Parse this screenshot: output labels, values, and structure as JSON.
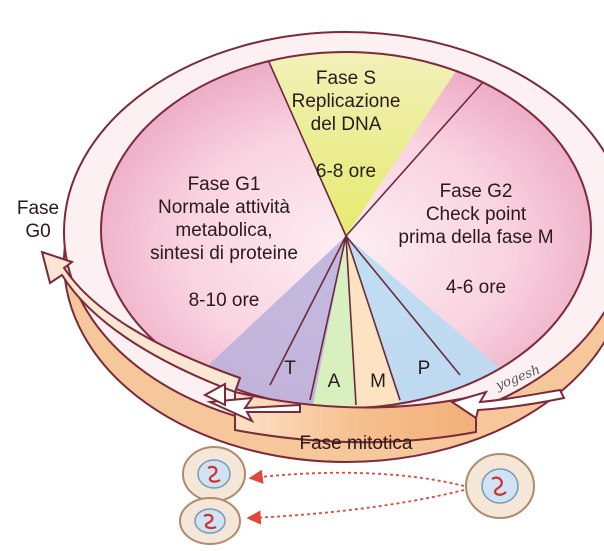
{
  "phase_s": {
    "title": "Fase S",
    "line2": "Replicazione",
    "line3": "del DNA",
    "duration": "6-8 ore"
  },
  "phase_g1": {
    "title": "Fase G1",
    "line2": "Normale attività",
    "line3": "metabolica,",
    "line4": "sintesi di proteine",
    "duration": "8-10 ore"
  },
  "phase_g2": {
    "title": "Fase G2",
    "line2": "Check point",
    "line3": "prima della fase M",
    "duration": "4-6 ore"
  },
  "phase_g0": {
    "line1": "Fase",
    "line2": "G0"
  },
  "mitosis": {
    "label": "Fase mitotica",
    "t": "T",
    "a": "A",
    "m": "M",
    "p": "P"
  },
  "signature": "yogesh",
  "colors": {
    "ring": "#fbeef0",
    "ring_stroke": "#7a2a3a",
    "g1_fill": "#f3b9cd",
    "s_fill": "#eef0a8",
    "t_fill": "#b9b0dc",
    "a_fill": "#d8f0c0",
    "m_fill": "#fde3c2",
    "p_fill": "#b8dcf3",
    "band": "#f7c79a",
    "band_light": "#fde6cf",
    "arrow": "#e0483c"
  }
}
